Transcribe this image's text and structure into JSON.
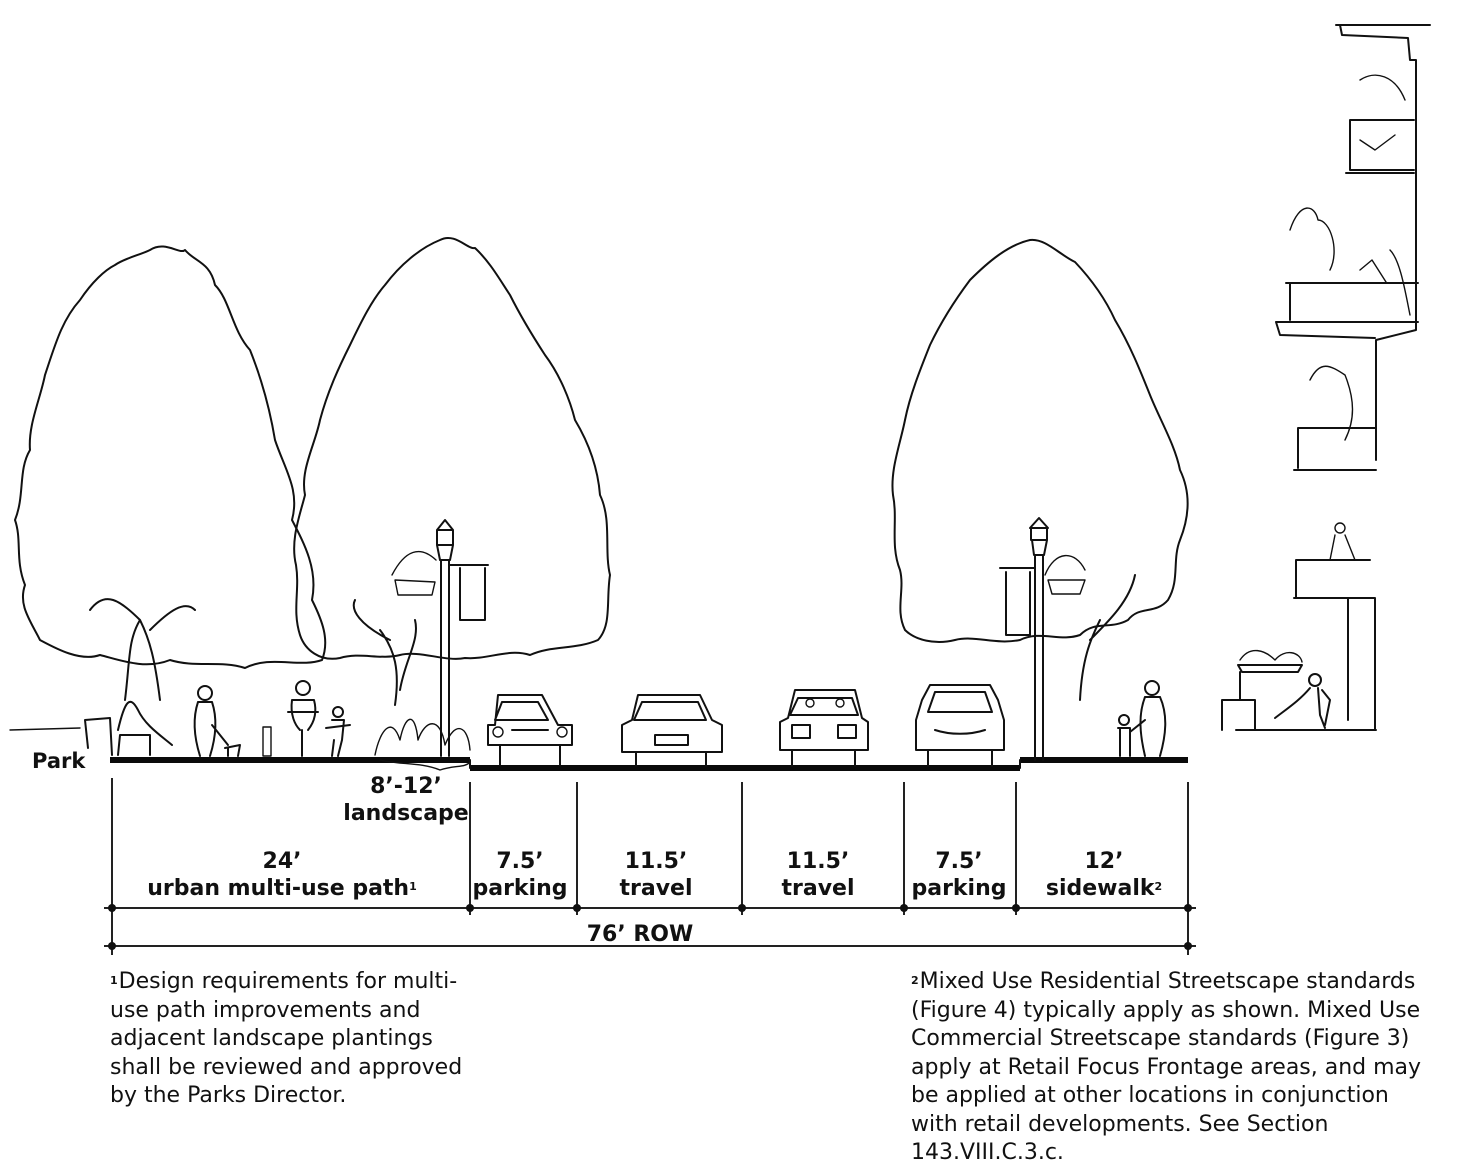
{
  "figure": {
    "type": "street-cross-section",
    "side_label_left": "Park",
    "landscape_label": {
      "dimension": "8’-12’",
      "name": "landscape"
    },
    "segments": [
      {
        "dimension": "24’",
        "name": "urban multi-use path",
        "footnote": "1",
        "feet": 24
      },
      {
        "dimension": "7.5’",
        "name": "parking",
        "footnote": "",
        "feet": 7.5
      },
      {
        "dimension": "11.5’",
        "name": "travel",
        "footnote": "",
        "feet": 11.5
      },
      {
        "dimension": "11.5’",
        "name": "travel",
        "footnote": "",
        "feet": 11.5
      },
      {
        "dimension": "7.5’",
        "name": "parking",
        "footnote": "",
        "feet": 7.5
      },
      {
        "dimension": "12’",
        "name": "sidewalk",
        "footnote": "2",
        "feet": 12
      }
    ],
    "total": {
      "label": "76’ ROW",
      "feet": 76
    },
    "illustration_elements": [
      "park-bench-with-seated-person",
      "pedestrian-walking-dog",
      "bollard",
      "cyclist",
      "child",
      "street-tree-left-1",
      "street-tree-left-2",
      "street-lamp-with-banner-left",
      "landscape-shrubs",
      "parked-car-left",
      "travel-car-1",
      "travel-car-2",
      "parked-car-right",
      "street-tree-right",
      "street-lamp-with-banner-right",
      "adult-with-child",
      "mixed-use-building-with-balconies",
      "stoop-planters",
      "seated-person-on-patio"
    ]
  },
  "footnotes": [
    {
      "marker": "1",
      "text": "Design requirements for multi-\nuse path improvements and\nadjacent landscape plantings\nshall be reviewed and approved\nby the Parks Director."
    },
    {
      "marker": "2",
      "text": "Mixed Use Residential Streetscape standards\n(Figure 4) typically apply as shown. Mixed Use\nCommercial Streetscape standards (Figure 3)\napply at Retail Focus Frontage areas, and may\nbe applied at other locations in conjunction\nwith retail developments. See Section\n143.VIII.C.3.c."
    }
  ]
}
